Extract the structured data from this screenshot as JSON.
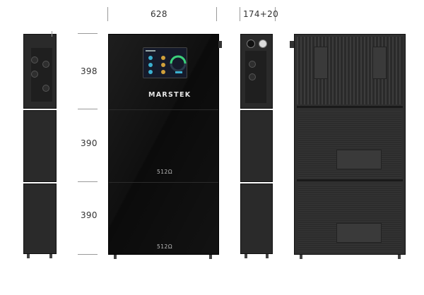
{
  "dimensions": {
    "width": "628",
    "depth": "174+20",
    "height_top": "398",
    "height_mid": "390",
    "height_bottom": "390"
  },
  "product": {
    "brand": "MARSTEK",
    "module_label_1": "512Ω",
    "module_label_2": "512Ω"
  },
  "colors": {
    "unit": "#0b0b0b",
    "housing": "#2f2f2f"
  }
}
